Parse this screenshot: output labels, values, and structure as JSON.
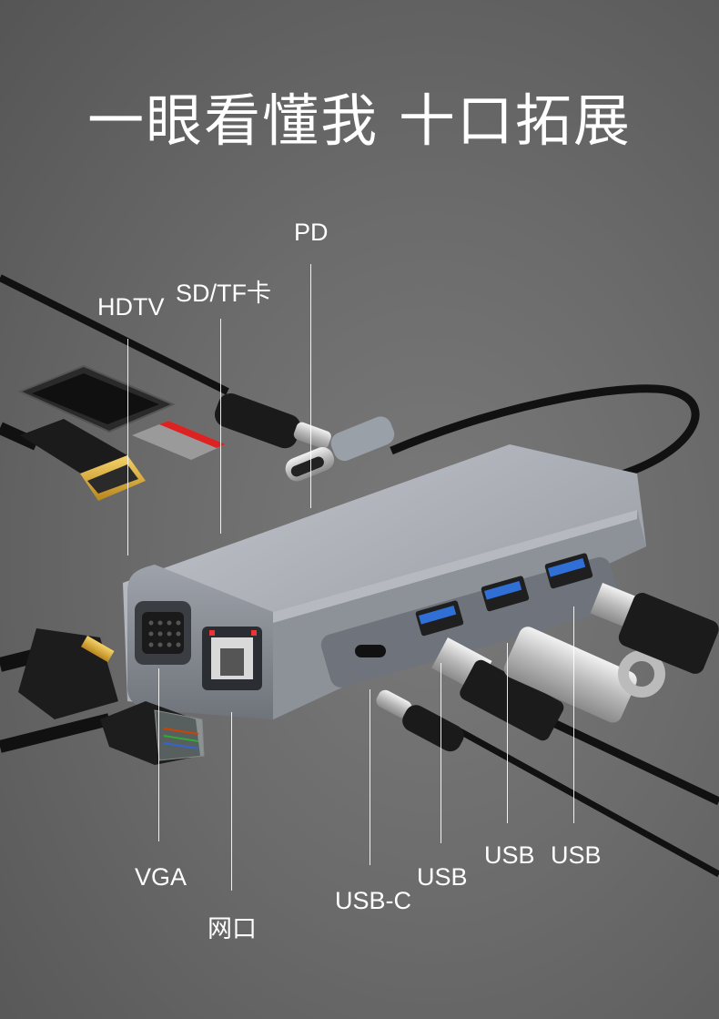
{
  "title": "一眼看懂我 十口拓展",
  "labels": {
    "pd": "PD",
    "sdtf": "SD/TF卡",
    "hdtv": "HDTV",
    "vga": "VGA",
    "lan": "网口",
    "usbc": "USB-C",
    "usb1": "USB",
    "usb2": "USB",
    "usb3": "USB"
  },
  "colors": {
    "background": "#6b6b6b",
    "hub_body": "#a9acb4",
    "usb_blue": "#2f6fd6",
    "text": "#ffffff"
  }
}
